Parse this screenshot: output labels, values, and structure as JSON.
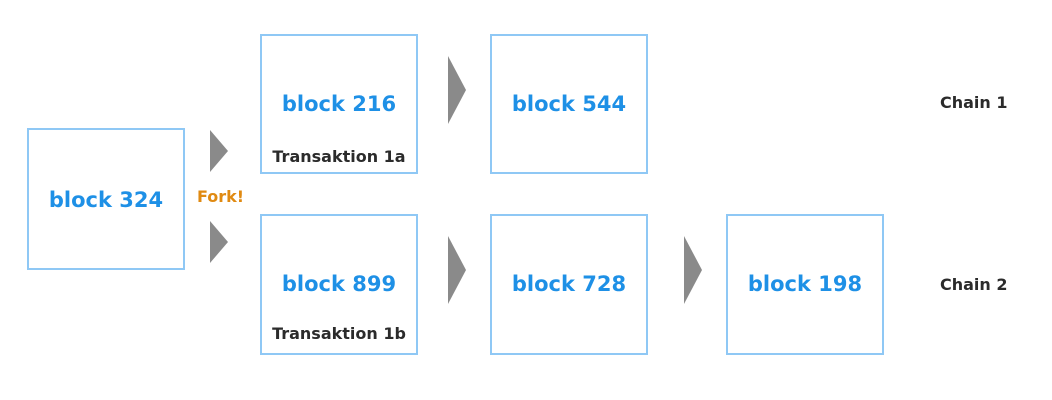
{
  "diagram": {
    "blocks": {
      "b324": {
        "label": "block 324"
      },
      "b216": {
        "label": "block 216",
        "transaction": "Transaktion 1a"
      },
      "b544": {
        "label": "block 544"
      },
      "b899": {
        "label": "block 899",
        "transaction": "Transaktion 1b"
      },
      "b728": {
        "label": "block 728"
      },
      "b198": {
        "label": "block 198"
      }
    },
    "fork_label": "Fork!",
    "chains": {
      "chain1": "Chain 1",
      "chain2": "Chain 2"
    },
    "colors": {
      "block_border": "#8fc8f5",
      "block_text": "#1e90e6",
      "arrow": "#8a8a8a",
      "fork_text": "#e08a12",
      "label_text": "#2b2b2b"
    }
  }
}
